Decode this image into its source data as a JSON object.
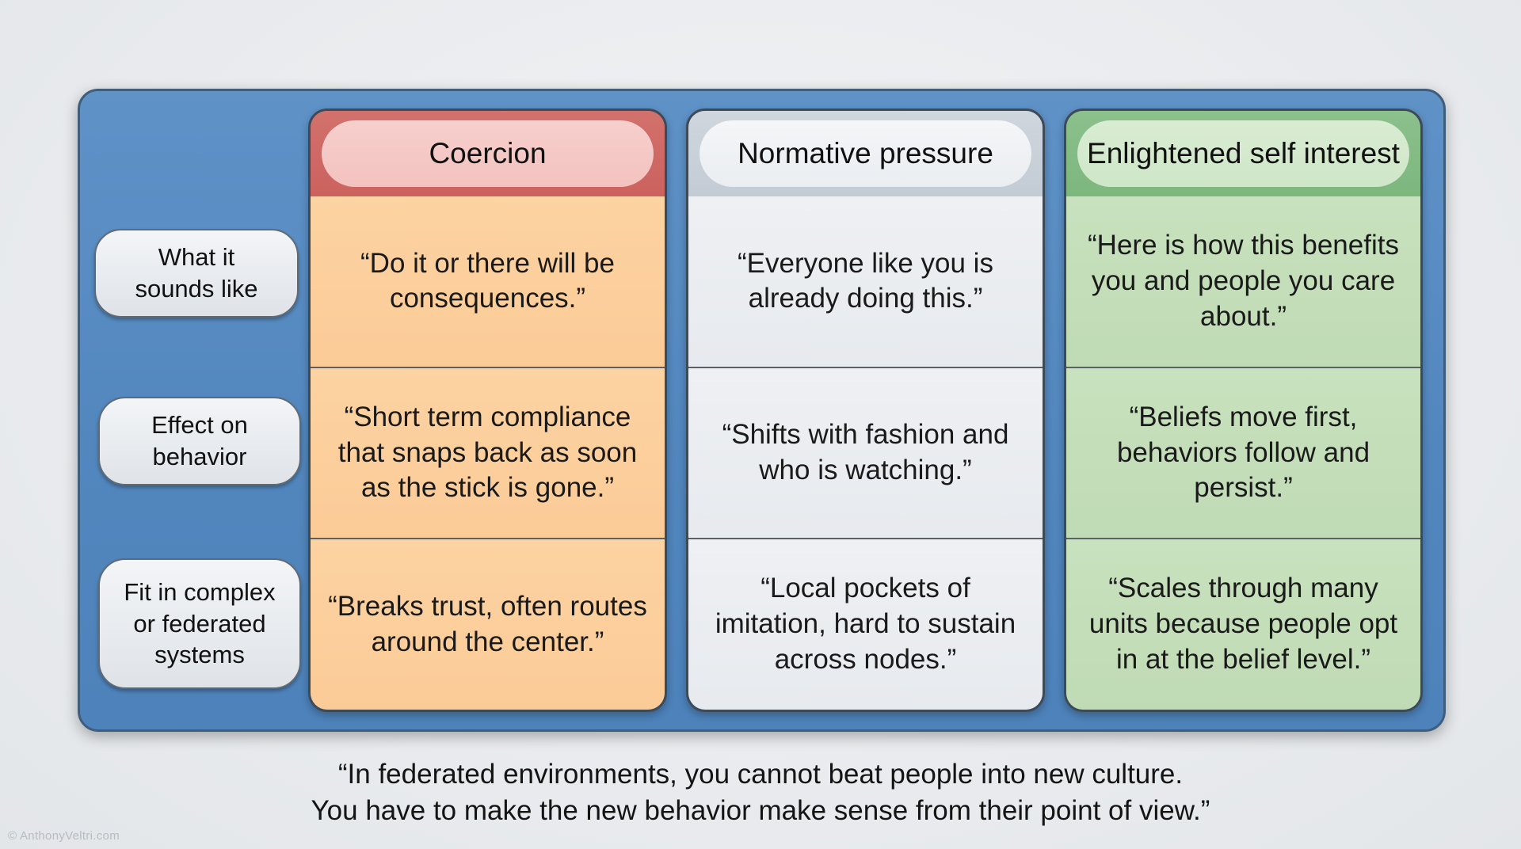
{
  "colors": {
    "board_blue": "#5287be",
    "coercion_header": "#cb625e",
    "coercion_body": "#fbcb97",
    "normative_header": "#c3ccd5",
    "normative_body": "#e7eaee",
    "enlightened_header": "#7cb77e",
    "enlightened_body": "#bfdbb5",
    "label_pill": "#e6eaee",
    "text": "#111111"
  },
  "row_labels": [
    "What it\nsounds like",
    "Effect on\nbehavior",
    "Fit in complex\nor federated\nsystems"
  ],
  "columns": [
    {
      "header": "Coercion",
      "cells": [
        "“Do it or there will be consequences.”",
        "“Short term compliance that snaps back as soon as the stick is gone.”",
        "“Breaks trust, often routes around the center.”"
      ]
    },
    {
      "header": "Normative pressure",
      "cells": [
        "“Everyone like you is already doing this.”",
        "“Shifts with fashion and who is watching.”",
        "“Local pockets of imitation, hard to sustain across nodes.”"
      ]
    },
    {
      "header": "Enlightened self interest",
      "cells": [
        "“Here is how this benefits you and people you care about.”",
        "“Beliefs move first, behaviors follow and persist.”",
        "“Scales through many units because people opt in at the belief level.”"
      ]
    }
  ],
  "caption": {
    "line1": "“In federated environments, you cannot beat people into new culture.",
    "line2": "You have to make the new behavior make sense from their point of view.”"
  },
  "copyright": "© AnthonyVeltri.com"
}
